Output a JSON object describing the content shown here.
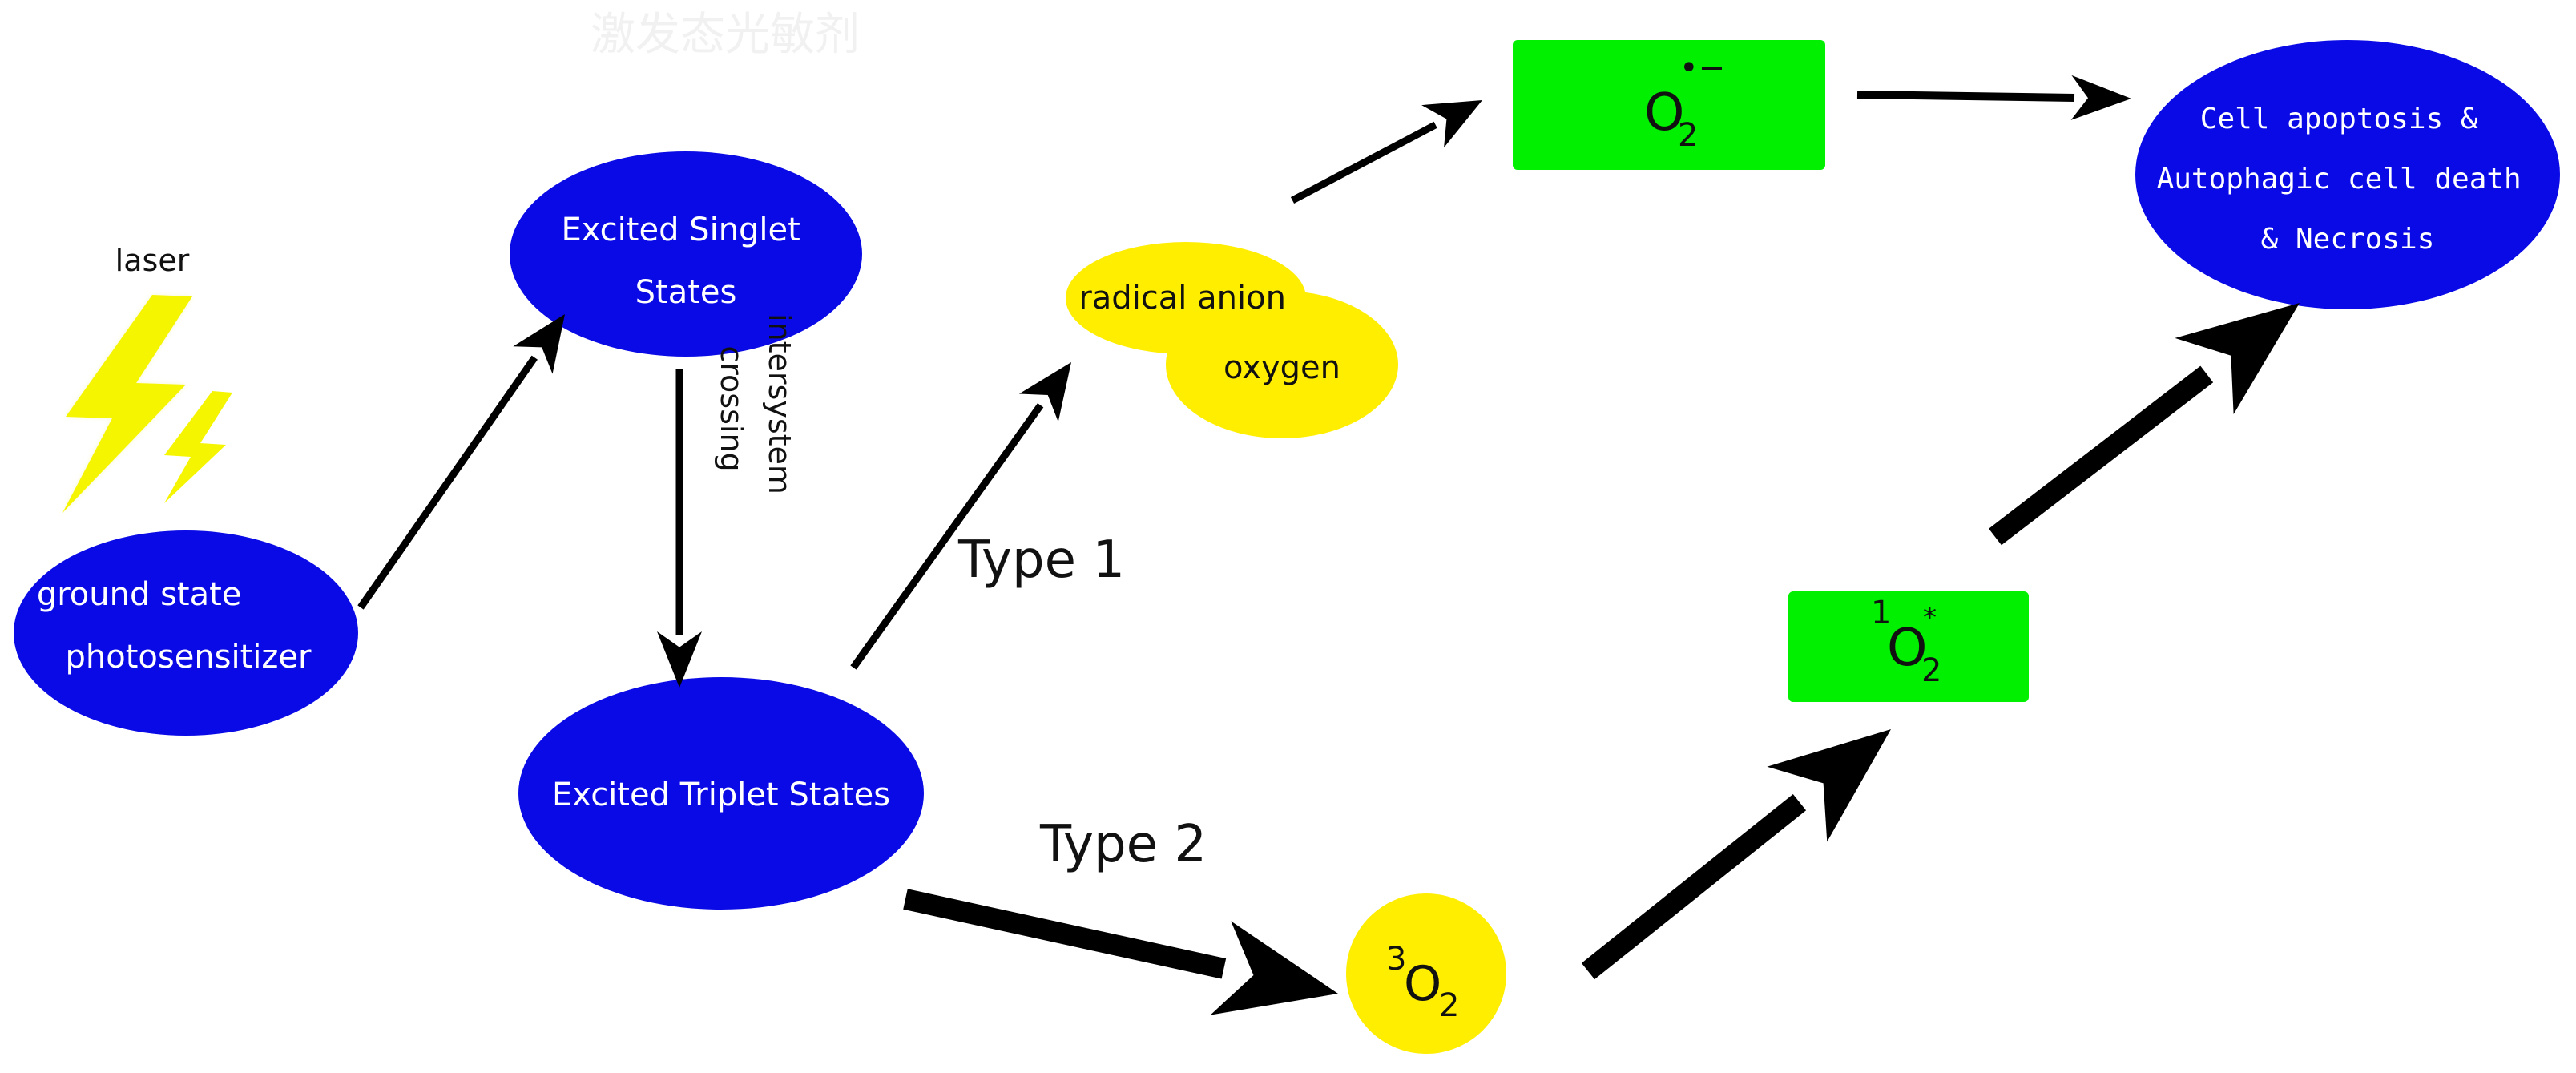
{
  "watermark": "激发态光敏剂",
  "laser_label": "laser",
  "nodes": {
    "ground_state": [
      "ground state",
      "photosensitizer"
    ],
    "excited_singlet": [
      "Excited Singlet",
      "States"
    ],
    "excited_triplet": "Excited Triplet States",
    "radical_anion_oxygen": [
      "radical anion",
      "oxygen"
    ],
    "superoxide": {
      "base": "O",
      "sub": "2",
      "sup": "•−"
    },
    "triplet_oxygen": {
      "pre": "3",
      "base": "O",
      "sub": "2"
    },
    "singlet_oxygen": {
      "pre": "1",
      "base": "O",
      "sub": "2",
      "sup": "*"
    },
    "cell_death": [
      "Cell apoptosis &",
      "Autophagic cell death",
      "& Necrosis"
    ]
  },
  "labels": {
    "intersystem": [
      "intersystem",
      "crossing"
    ],
    "type1": "Type 1",
    "type2": "Type 2"
  },
  "colors": {
    "blue": "#0a0ae6",
    "yellow": "#ffee00",
    "green": "#00f000",
    "laser_yellow": "#f6f500",
    "arrow": "#000000"
  },
  "icons": [
    "lightning-bolt-icon"
  ]
}
